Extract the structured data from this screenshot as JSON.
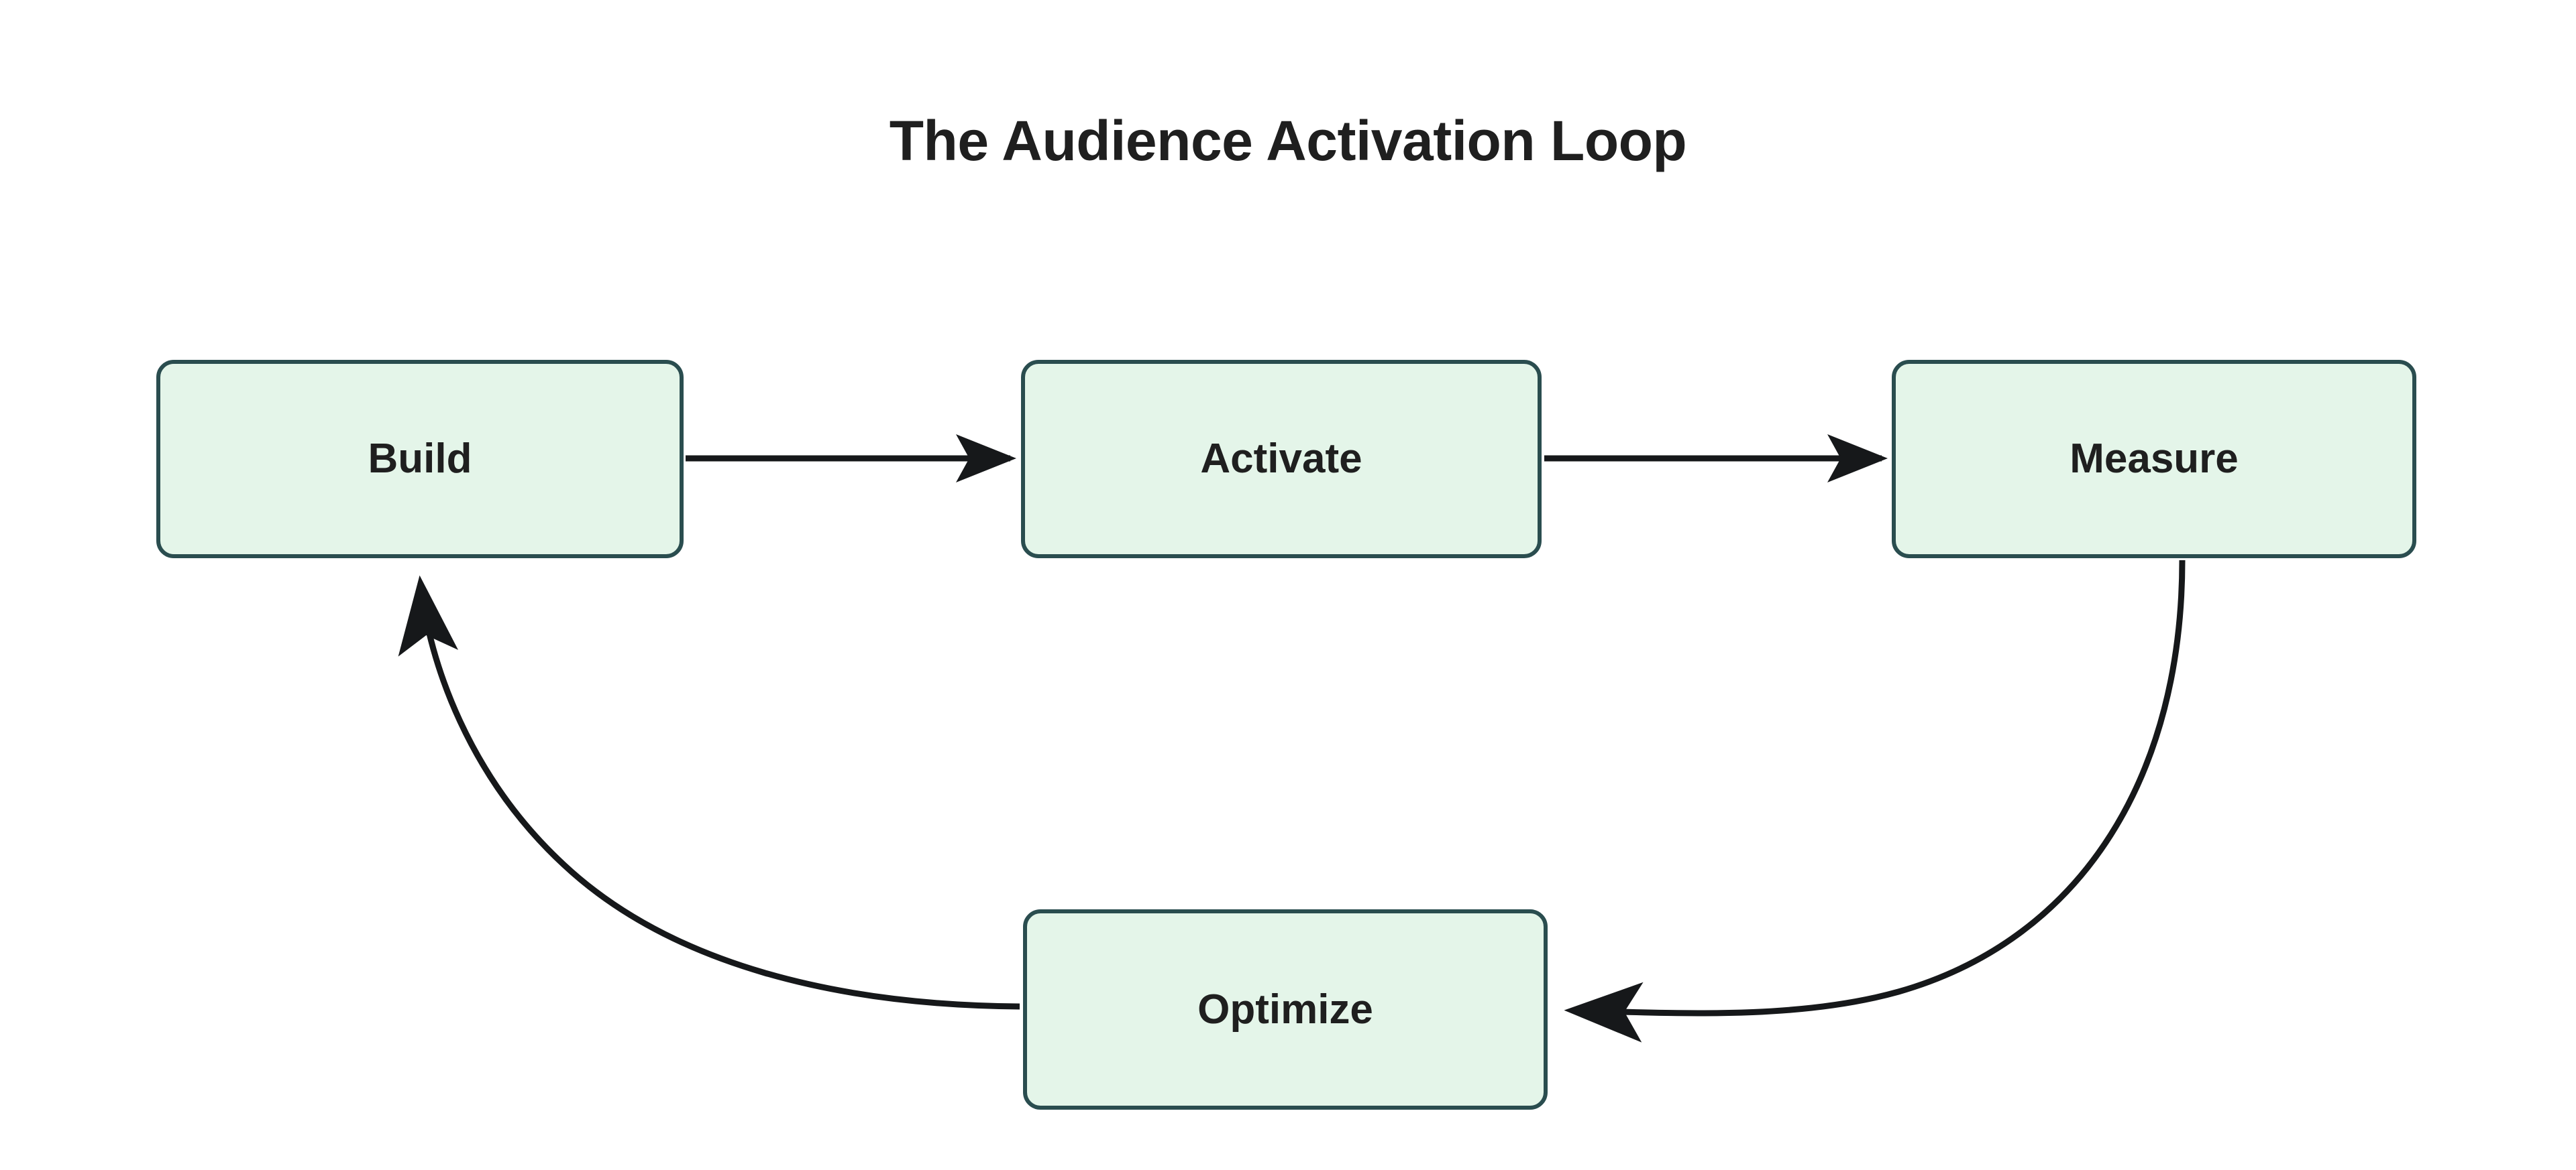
{
  "diagram": {
    "title": "The Audience Activation Loop",
    "type": "cycle-flowchart",
    "background_color": "#ffffff",
    "title_color": "#1f1f1f",
    "node_fill_color": "#e4f5e9",
    "node_border_color": "#2a4d4f",
    "node_label_color": "#1f1f1f",
    "edge_color": "#16181a",
    "nodes": [
      {
        "id": "build",
        "label": "Build"
      },
      {
        "id": "activate",
        "label": "Activate"
      },
      {
        "id": "measure",
        "label": "Measure"
      },
      {
        "id": "optimize",
        "label": "Optimize"
      }
    ],
    "edges": [
      {
        "from": "Build",
        "to": "Activate",
        "style": "straight",
        "direction": "right"
      },
      {
        "from": "Activate",
        "to": "Measure",
        "style": "straight",
        "direction": "right"
      },
      {
        "from": "Measure",
        "to": "Optimize",
        "style": "curved",
        "direction": "left"
      },
      {
        "from": "Optimize",
        "to": "Build",
        "style": "curved",
        "direction": "up"
      }
    ]
  }
}
